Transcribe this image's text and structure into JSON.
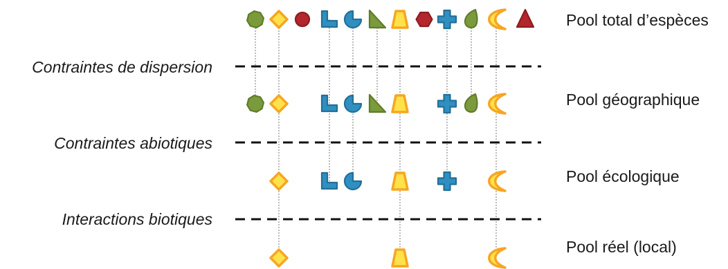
{
  "pools": [
    {
      "label": "Pool total d’espèces",
      "species": [
        "octagon-green",
        "diamond-orange",
        "circle-red",
        "l-shape-blue",
        "pacman-blue",
        "triangle-right-green",
        "trapezoid-orange",
        "hexagon-red",
        "cross-blue",
        "leaf-green",
        "crescent-orange",
        "triangle-red"
      ]
    },
    {
      "label": "Pool géographique",
      "species": [
        "octagon-green",
        "diamond-orange",
        "l-shape-blue",
        "pacman-blue",
        "triangle-right-green",
        "trapezoid-orange",
        "cross-blue",
        "leaf-green",
        "crescent-orange"
      ]
    },
    {
      "label": "Pool écologique",
      "species": [
        "diamond-orange",
        "l-shape-blue",
        "pacman-blue",
        "trapezoid-orange",
        "cross-blue",
        "crescent-orange"
      ]
    },
    {
      "label": "Pool réel (local)",
      "species": [
        "diamond-orange",
        "trapezoid-orange",
        "crescent-orange"
      ]
    }
  ],
  "filters": [
    {
      "label": "Contraintes de dispersion"
    },
    {
      "label": "Contraintes abiotiques"
    },
    {
      "label": "Interactions biotiques"
    }
  ],
  "colors": {
    "green": "#7a9a3c",
    "orange": "#f6a623",
    "blue": "#2f8fc0",
    "red": "#b3262b",
    "text": "#1a1a1a",
    "dashed_line": "#111111",
    "dotted_line": "#8c8c8c"
  }
}
